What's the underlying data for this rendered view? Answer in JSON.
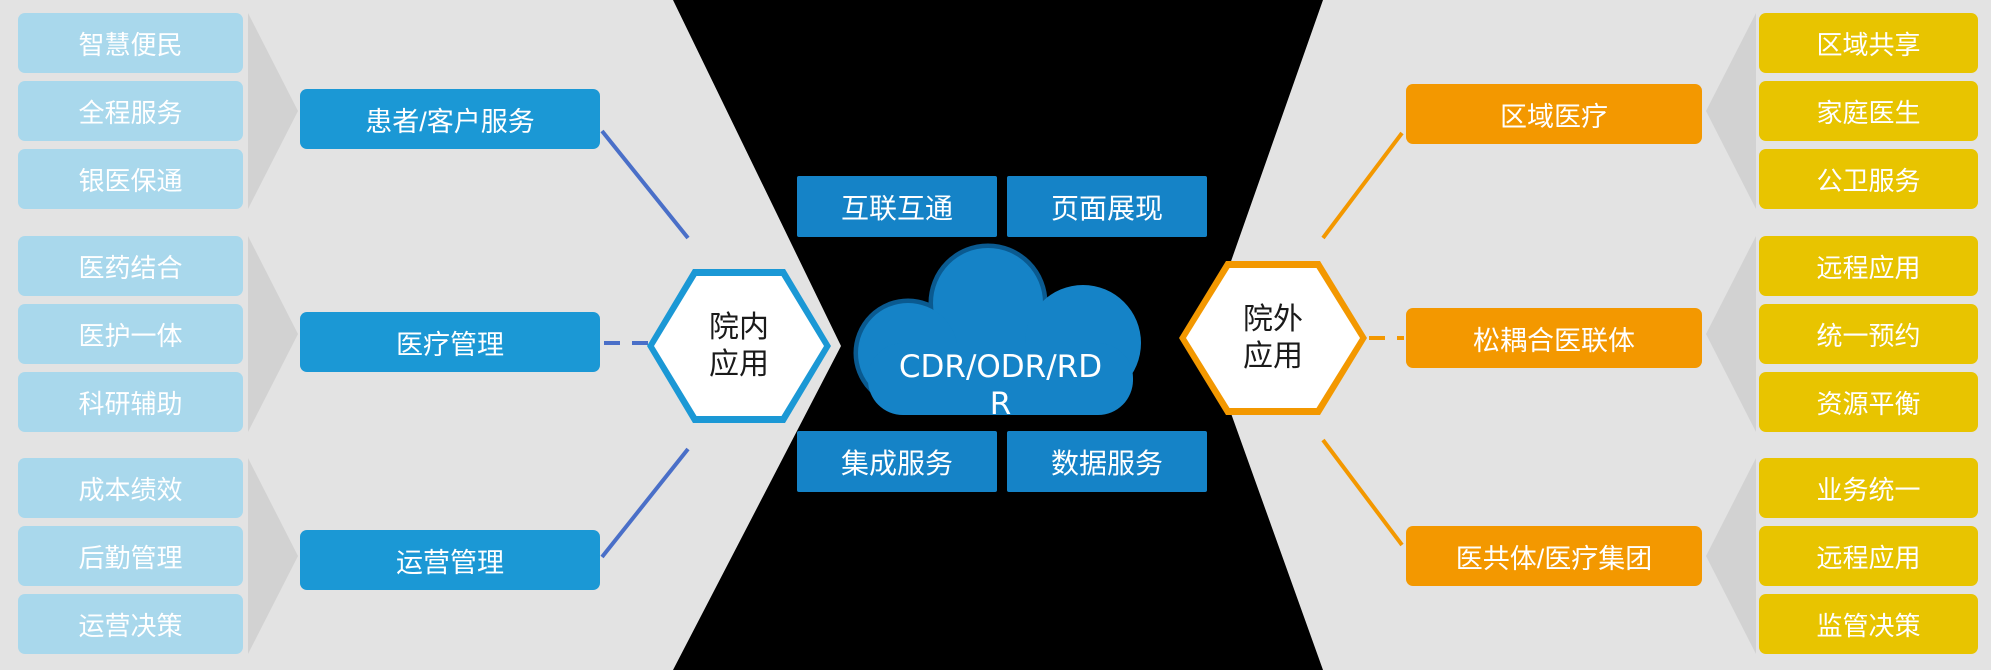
{
  "colors": {
    "background_gray": "#e3e3e3",
    "center_black": "#000000",
    "light_blue_box": "#a9d8ec",
    "blue_box": "#1b98d5",
    "center_blue_box": "#1583c7",
    "cloud_blue": "#1583c7",
    "cloud_outline": "#0a5a90",
    "orange_box": "#f39800",
    "gold_box": "#e8c400",
    "line_blue": "#4a6fc8",
    "line_orange": "#f39800",
    "arrow_gray": "#d2d2d2"
  },
  "left": {
    "groups": [
      {
        "items": [
          "智慧便民",
          "全程服务",
          "银医保通"
        ]
      },
      {
        "items": [
          "医药结合",
          "医护一体",
          "科研辅助"
        ]
      },
      {
        "items": [
          "成本绩效",
          "后勤管理",
          "运营决策"
        ]
      }
    ],
    "services": [
      "患者/客户服务",
      "医疗管理",
      "运营管理"
    ]
  },
  "hexagons": {
    "inner": {
      "line1": "院内",
      "line2": "应用"
    },
    "outer": {
      "line1": "院外",
      "line2": "应用"
    }
  },
  "center": {
    "top_boxes": [
      "互联互通",
      "页面展现"
    ],
    "bottom_boxes": [
      "集成服务",
      "数据服务"
    ],
    "cloud_label": "CDR/ODR/RDR"
  },
  "right": {
    "services": [
      "区域医疗",
      "松耦合医联体",
      "医共体/医疗集团"
    ],
    "groups": [
      {
        "items": [
          "区域共享",
          "家庭医生",
          "公卫服务"
        ]
      },
      {
        "items": [
          "远程应用",
          "统一预约",
          "资源平衡"
        ]
      },
      {
        "items": [
          "业务统一",
          "远程应用",
          "监管决策"
        ]
      }
    ]
  }
}
